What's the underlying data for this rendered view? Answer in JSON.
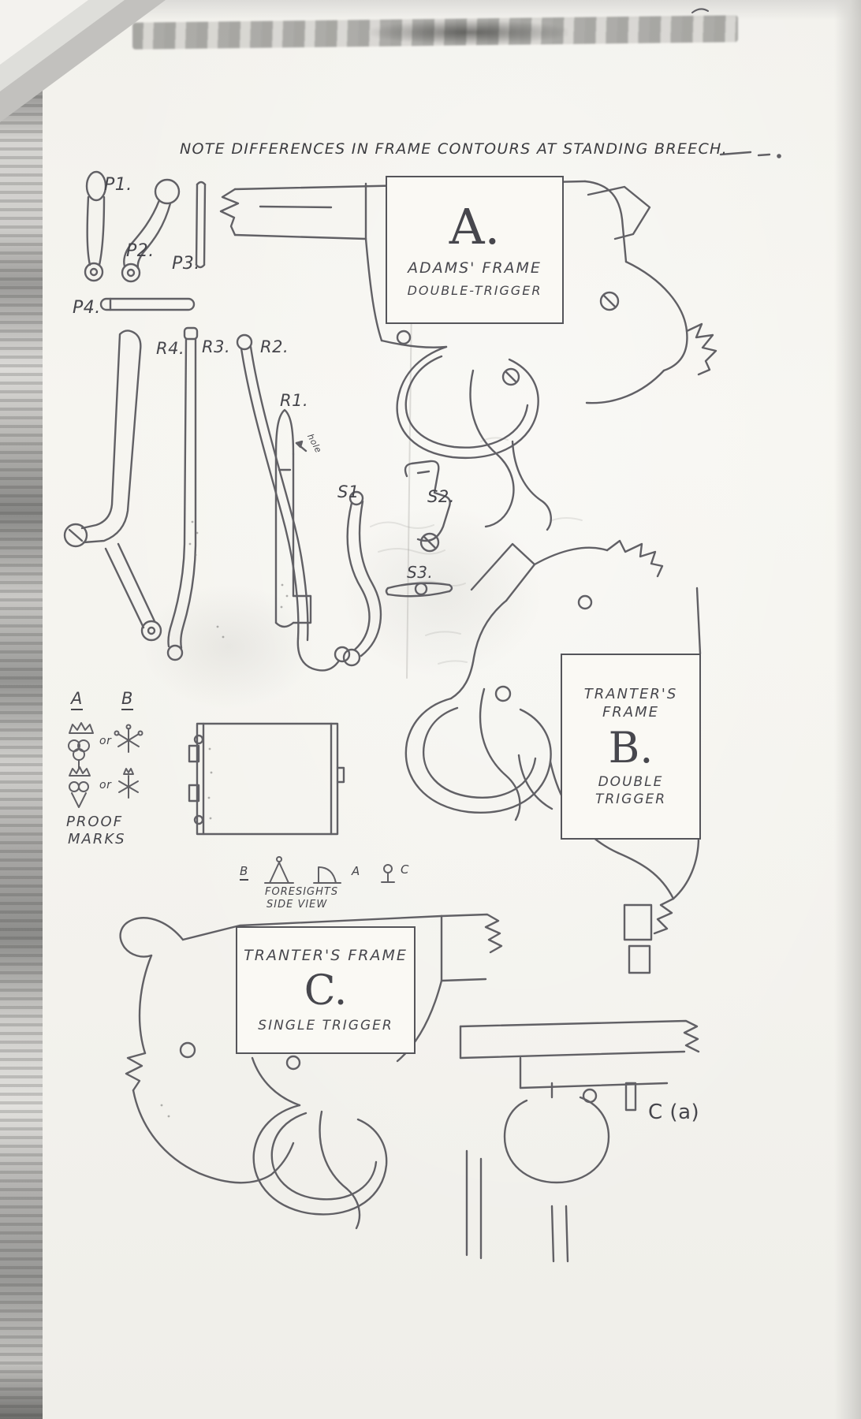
{
  "page": {
    "title": "NOTE DIFFERENCES IN FRAME CONTOURS AT STANDING BREECH."
  },
  "part_labels": {
    "p1": "P1.",
    "p2": "P2.",
    "p3": "P3.",
    "p4": "P4.",
    "r1": "R1.",
    "r2": "R2.",
    "r3": "R3.",
    "r4": "R4.",
    "s1": "S1",
    "s2": "S2.",
    "s3": "S3.",
    "hole_note": "hole"
  },
  "frames": {
    "a": {
      "letter": "A.",
      "name": "ADAMS' FRAME",
      "type": "DOUBLE-TRIGGER"
    },
    "b": {
      "name_line1": "TRANTER'S",
      "name_line2": "FRAME",
      "letter": "B.",
      "type_line1": "DOUBLE",
      "type_line2": "TRIGGER"
    },
    "c": {
      "name": "TRANTER'S FRAME",
      "letter": "C.",
      "type": "SINGLE TRIGGER"
    },
    "ca_label": "C (a)"
  },
  "proof_marks": {
    "column_a": "A",
    "column_b": "B",
    "or_1": "or",
    "or_2": "or",
    "caption_line1": "PROOF",
    "caption_line2": "MARKS"
  },
  "foresights": {
    "label_b": "B",
    "label_a": "A",
    "label_c": "C",
    "caption_line1": "FORESIGHTS",
    "caption_line2": "SIDE VIEW"
  }
}
